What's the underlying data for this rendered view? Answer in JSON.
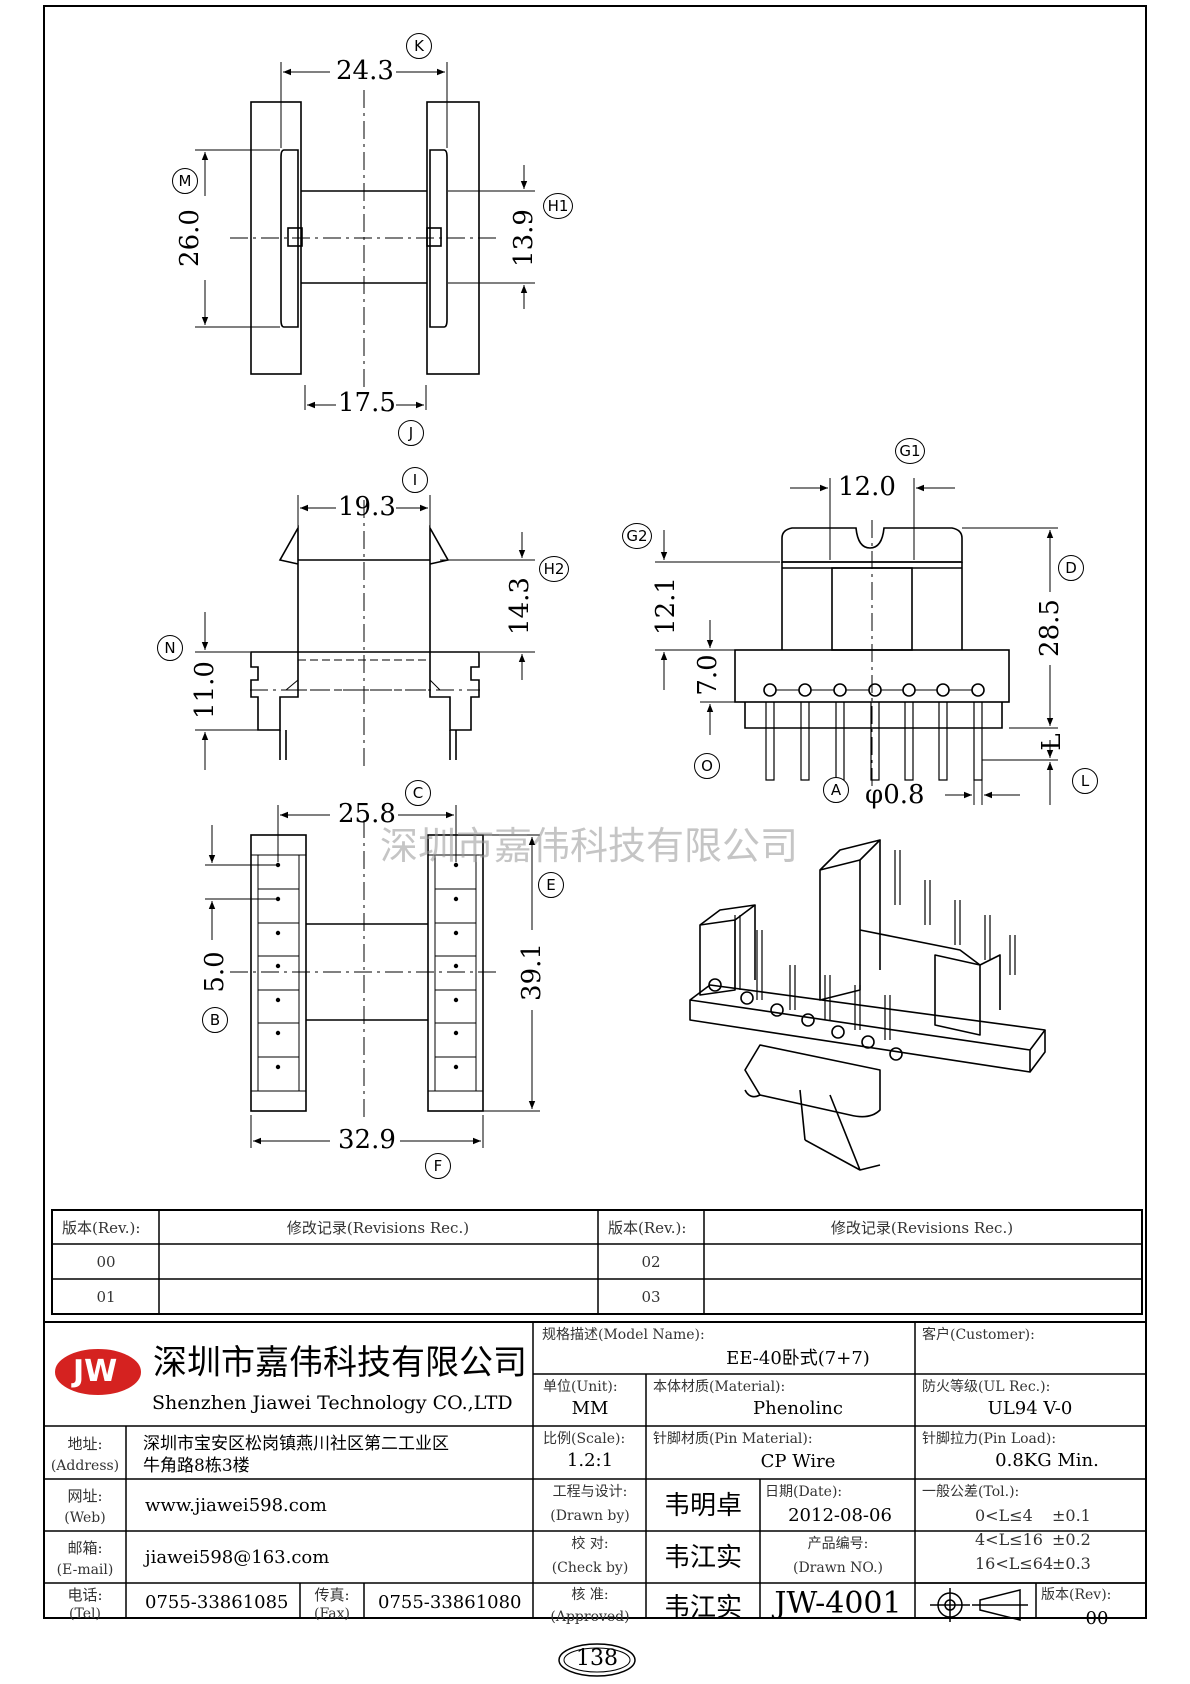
{
  "watermark": "深圳市嘉伟科技有限公司",
  "dimensions": {
    "k": "24.3",
    "m": "26.0",
    "h1": "13.9",
    "j": "17.5",
    "i": "19.3",
    "h2": "14.3",
    "n": "11.0",
    "g1": "12.0",
    "g2": "12.1",
    "d": "28.5",
    "o": "7.0",
    "l": "L",
    "a": "φ0.8",
    "c": "25.8",
    "b": "5.0",
    "e": "39.1",
    "f": "32.9"
  },
  "labels": {
    "k": "K",
    "m": "M",
    "h1": "H1",
    "j": "J",
    "i": "I",
    "h2": "H2",
    "n": "N",
    "g1": "G1",
    "g2": "G2",
    "d": "D",
    "o": "O",
    "a": "A",
    "l": "L",
    "c": "C",
    "b": "B",
    "e": "E",
    "f": "F"
  },
  "revisions": {
    "rev_header": "版本(Rev.):",
    "rec_header": "修改记录(Revisions Rec.)",
    "rows": [
      {
        "left": "00",
        "right": "02"
      },
      {
        "left": "01",
        "right": "03"
      }
    ]
  },
  "title_block": {
    "logo": "JW",
    "company_cn": "深圳市嘉伟科技有限公司",
    "company_en": "Shenzhen Jiawei Technology CO.,LTD",
    "address_label": "地址:",
    "address_label_en": "(Address)",
    "address_line1": "深圳市宝安区松岗镇燕川社区第二工业区",
    "address_line2": "牛角路8栋3楼",
    "web_label": "网址:",
    "web_label_en": "(Web)",
    "web": "www.jiawei598.com",
    "email_label": "邮箱:",
    "email_label_en": "(E-mail)",
    "email": "jiawei598@163.com",
    "tel_label": "电话:",
    "tel_label_en": "(Tel)",
    "tel": "0755-33861085",
    "fax_label": "传真:",
    "fax_label_en": "(Fax)",
    "fax": "0755-33861080",
    "model_label": "规格描述(Model Name):",
    "model": "EE-40卧式(7+7)",
    "customer_label": "客户(Customer):",
    "customer": "",
    "unit_label": "单位(Unit):",
    "unit": "MM",
    "material_label": "本体材质(Material):",
    "material": "Phenolinc",
    "ul_label": "防火等级(UL Rec.):",
    "ul": "UL94 V-0",
    "scale_label": "比例(Scale):",
    "scale": "1.2:1",
    "pin_material_label": "针脚材质(Pin Material):",
    "pin_material": "CP Wire",
    "pin_load_label": "针脚拉力(Pin Load):",
    "pin_load": "0.8KG Min.",
    "drawn_label": "工程与设计:",
    "drawn_label_en": "(Drawn by)",
    "drawn_by": "韦明卓",
    "date_label": "日期(Date):",
    "date": "2012-08-06",
    "tol_label": "一般公差(Tol.):",
    "tol": [
      {
        "range": "0<L≤4",
        "value": "±0.1"
      },
      {
        "range": "4<L≤16",
        "value": "±0.2"
      },
      {
        "range": "16<L≤64",
        "value": "±0.3"
      }
    ],
    "check_label": "校  对:",
    "check_label_en": "(Check by)",
    "check_by": "韦江实",
    "drawn_no_label": "产品编号:",
    "drawn_no_label_en": "(Drawn NO.)",
    "approve_label": "核  准:",
    "approve_label_en": "(Approved)",
    "approved_by": "韦江实",
    "drawing_no": "JW-4001",
    "rev_label": "版本(Rev):",
    "rev": "00"
  },
  "page_number": "138"
}
